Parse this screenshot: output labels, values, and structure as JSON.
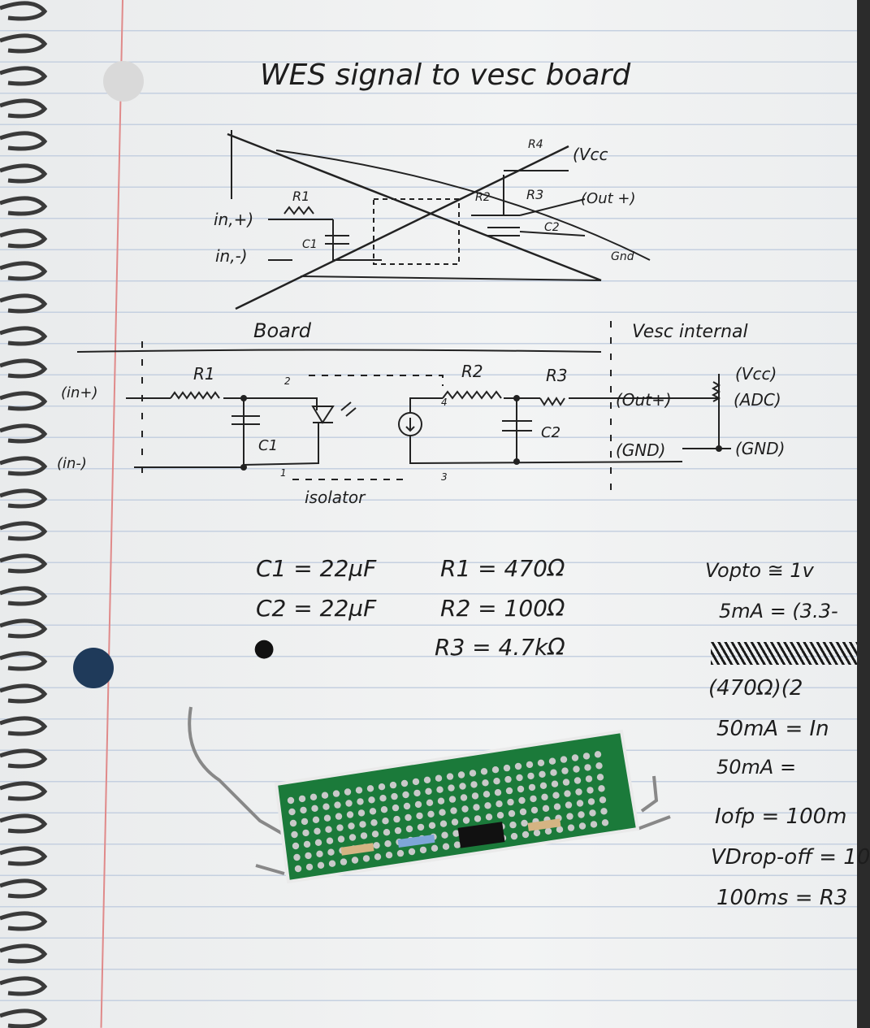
{
  "title": "WES signal to vesc board",
  "old_schematic": {
    "labels": [
      "R4",
      "(Vcc",
      "R1",
      "R2",
      "R3",
      "(Out +)",
      "in,+)",
      "in,-)",
      "C1",
      "C2",
      "Gnd"
    ]
  },
  "section_board": "Board",
  "section_vesc": "Vesc internal",
  "schematic": {
    "in_plus": "(in+)",
    "in_minus": "(in-)",
    "r1": "R1",
    "r2": "R2",
    "r3": "R3",
    "c1": "C1",
    "c2": "C2",
    "pin1": "1",
    "pin2": "2",
    "pin3": "3",
    "pin4": "4",
    "out_plus": "(Out+)",
    "gnd": "(GND)",
    "vcc": "(Vcc)",
    "adc": "(ADC)",
    "gnd2": "(GND)",
    "isolator": "isolator"
  },
  "values": {
    "c1": "C1 = 22µF",
    "c2": "C2 = 22µF",
    "r1": "R1 = 470Ω",
    "r2": "R2 = 100Ω",
    "r3": "R3 = 4.7kΩ"
  },
  "calc": {
    "line1": "Vopto ≅ 1v",
    "line2": "5mA = (3.3-",
    "line3": "(470Ω)(2",
    "line4": "50mA = In",
    "line5": "50mA =",
    "line6": "Iofp = 100m",
    "line7": "VDrop-off = 10",
    "line8": "100ms = R3"
  }
}
